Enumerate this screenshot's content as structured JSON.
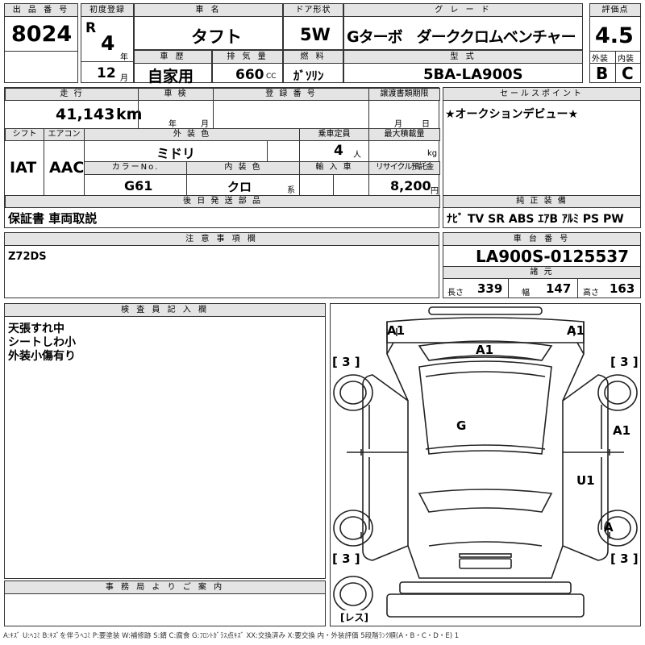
{
  "header": {
    "lot_label": "出 品 番 号",
    "lot_no": "8024",
    "reg_label": "初度登録",
    "era": "R",
    "year": "4",
    "year_unit": "年",
    "month": "12",
    "month_unit": "月",
    "car_name_label": "車 名",
    "car_name": "タフト",
    "door_label": "ドア形状",
    "door": "5W",
    "grade_label": "グ レ ー ド",
    "grade": "Gターボ　ダーククロムベンチャー",
    "score_label": "評価点",
    "score": "4.5",
    "exterior_label": "外装",
    "exterior": "B",
    "interior_label": "内装",
    "interior": "C",
    "history_label": "車 歴",
    "history": "自家用",
    "displacement_label": "排 気 量",
    "displacement": "660",
    "displacement_unit": "CC",
    "fuel_label": "燃 料",
    "fuel": "ｶﾞｿﾘﾝ",
    "model_label": "型 式",
    "model": "5BA-LA900S"
  },
  "details": {
    "mileage_label": "走 行",
    "mileage": "41,143",
    "mileage_unit": "km",
    "inspection_label": "車 検",
    "insp_year_unit": "年",
    "insp_month_unit": "月",
    "plate_label": "登 録 番 号",
    "transfer_label": "譲渡書類期限",
    "transfer_month_unit": "月",
    "transfer_day_unit": "日",
    "shift_label": "シフト",
    "shift": "IAT",
    "ac_label": "エアコン",
    "ac": "AAC",
    "color_label": "外 装 色",
    "color": "ミドリ",
    "capacity_label": "乗車定員",
    "capacity": "4",
    "capacity_unit": "人",
    "load_label": "最大積載量",
    "load_unit": "kg",
    "color_no_label": "カラーNo.",
    "color_no": "G61",
    "interior_color_label": "内 装 色",
    "interior_color": "クロ",
    "interior_color_unit": "系",
    "import_label": "輸 入 車",
    "recycle_label": "リサイクル預託金",
    "recycle": "8,200",
    "recycle_unit": "円",
    "later_label": "後 日 発 送 部 品",
    "later": "保証書 車両取説"
  },
  "sales_point": {
    "label": "セールスポイント",
    "text": "★オークションデビュー★"
  },
  "equipment": {
    "label": "純 正 装 備",
    "text": "ﾅﾋﾞ TV SR ABS ｴｱB ｱﾙﾐ PS PW"
  },
  "notes": {
    "label": "注 意 事 項 欄",
    "text": "Z72DS"
  },
  "chassis": {
    "label": "車 台 番 号",
    "number": "LA900S-0125537",
    "dims_label": "諸 元",
    "length_label": "長さ",
    "length": "339",
    "width_label": "幅",
    "width": "147",
    "height_label": "高さ",
    "height": "163"
  },
  "inspector": {
    "label": "検 査 員 記 入 欄",
    "lines": [
      "天張すれ中",
      "シートしわ小",
      "外装小傷有り"
    ]
  },
  "office": {
    "label": "事 務 局 よ り ご 案 内"
  },
  "diagram": {
    "A1_left": "A1",
    "A1_right": "A1",
    "A1_windshield": "A1",
    "A1_side": "A1",
    "G_roof": "G",
    "U1_door": "U1",
    "A_wheel": "A",
    "wheel_fl": "[ 3 ]",
    "wheel_fr": "[ 3 ]",
    "wheel_rl": "[ 3 ]",
    "wheel_rr": "[ 3 ]",
    "spare": "[レス]"
  },
  "footer": "A:ｷｽﾞ U:ﾍｺﾐ B:ｷｽﾞを伴うﾍｺﾐ P:要塗装 W:補修跡 S:錆 C:腐食 G:ﾌﾛﾝﾄｶﾞﾗｽ点ｷｽﾞ XX:交換済み X:要交換 内・外装評価 5段階ﾗﾝｸ順(A・B・C・D・E) 1"
}
